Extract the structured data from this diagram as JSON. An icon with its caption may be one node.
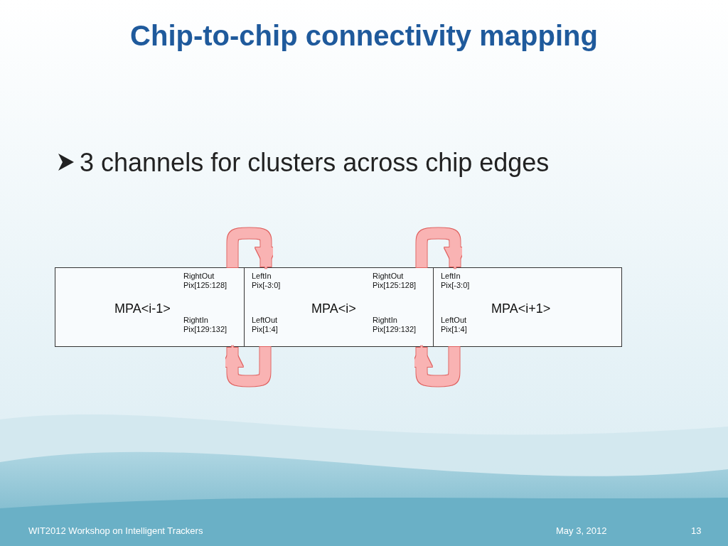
{
  "diagram": {
    "title": "Chip-to-chip connectivity mapping",
    "nodes": [
      {
        "text": [
          "MPA<i-1>",
          "RightOut Pix[125:128]",
          "RightIn Pix[129:132]"
        ]
      },
      {
        "text": [
          "LeftIn Pix[-3:0]",
          "RightOut Pix[125:128]",
          "MPA<i>",
          "LeftOut Pix[1:4]",
          "RightIn Pix[129:132]"
        ]
      },
      {
        "text": [
          "LeftIn Pix[-3:0]",
          "MPA<i+1>",
          "LeftOut Pix[1:4]"
        ]
      }
    ],
    "edges": [
      {
        "from": 0,
        "to": 1,
        "arrow": "to"
      },
      {
        "from": 1,
        "to": 0,
        "arrow": "to"
      },
      {
        "from": 1,
        "to": 2,
        "arrow": "to"
      },
      {
        "from": 2,
        "to": 1,
        "arrow": "to"
      }
    ],
    "labels": [
      "3 channels for clusters across chip edges",
      "WIT2012 Workshop on Intelligent Trackers",
      "May 3, 2012",
      "13"
    ]
  }
}
